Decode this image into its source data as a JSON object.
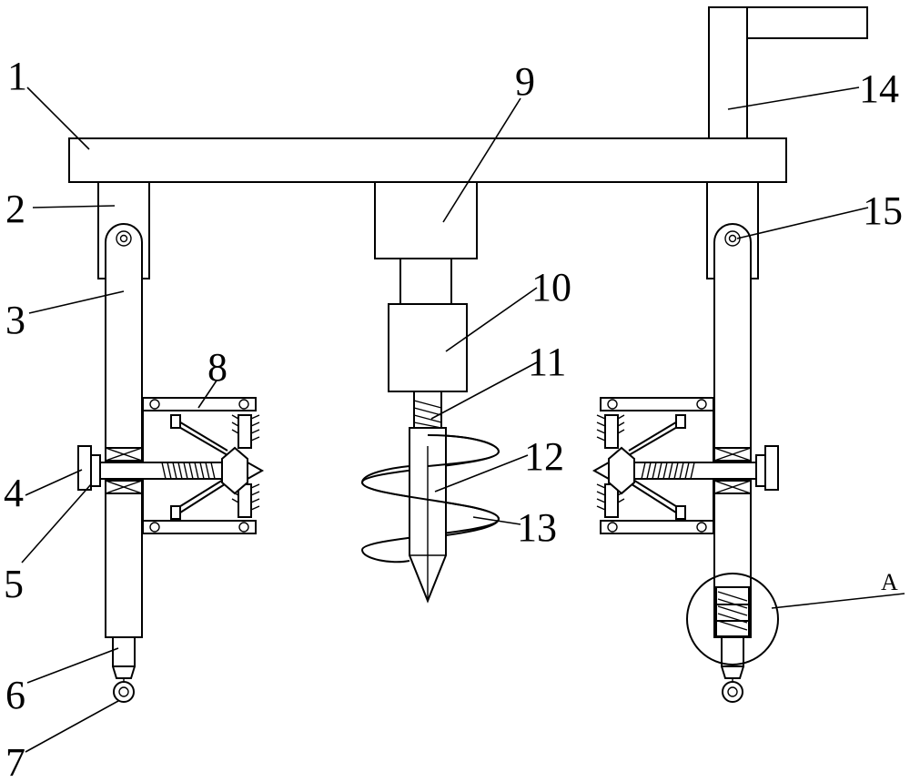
{
  "diagram": {
    "callouts": [
      {
        "id": "c1",
        "text": "1"
      },
      {
        "id": "c2",
        "text": "2"
      },
      {
        "id": "c3",
        "text": "3"
      },
      {
        "id": "c4",
        "text": "4"
      },
      {
        "id": "c5",
        "text": "5"
      },
      {
        "id": "c6",
        "text": "6"
      },
      {
        "id": "c7",
        "text": "7"
      },
      {
        "id": "c8",
        "text": "8"
      },
      {
        "id": "c9",
        "text": "9"
      },
      {
        "id": "c10",
        "text": "10"
      },
      {
        "id": "c11",
        "text": "11"
      },
      {
        "id": "c12",
        "text": "12"
      },
      {
        "id": "c13",
        "text": "13"
      },
      {
        "id": "c14",
        "text": "14"
      },
      {
        "id": "c15",
        "text": "15"
      },
      {
        "id": "cA",
        "text": "A"
      }
    ]
  }
}
